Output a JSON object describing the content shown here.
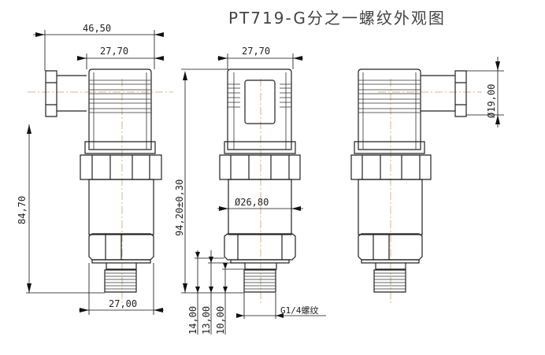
{
  "title": "PT719-G分之一螺纹外观图",
  "dimensions": {
    "overall_width": "46,50",
    "connector_width_left": "27,70",
    "connector_width_middle": "27,70",
    "height_to_thread": "84,70",
    "total_height": "94,20±0,30",
    "body_diameter": "Ø26,80",
    "plug_diameter": "Ø19,00",
    "hex_width": "27,00",
    "d14": "14,00",
    "d13": "13,00",
    "d10": "10,00",
    "thread": "G1/4螺纹"
  }
}
